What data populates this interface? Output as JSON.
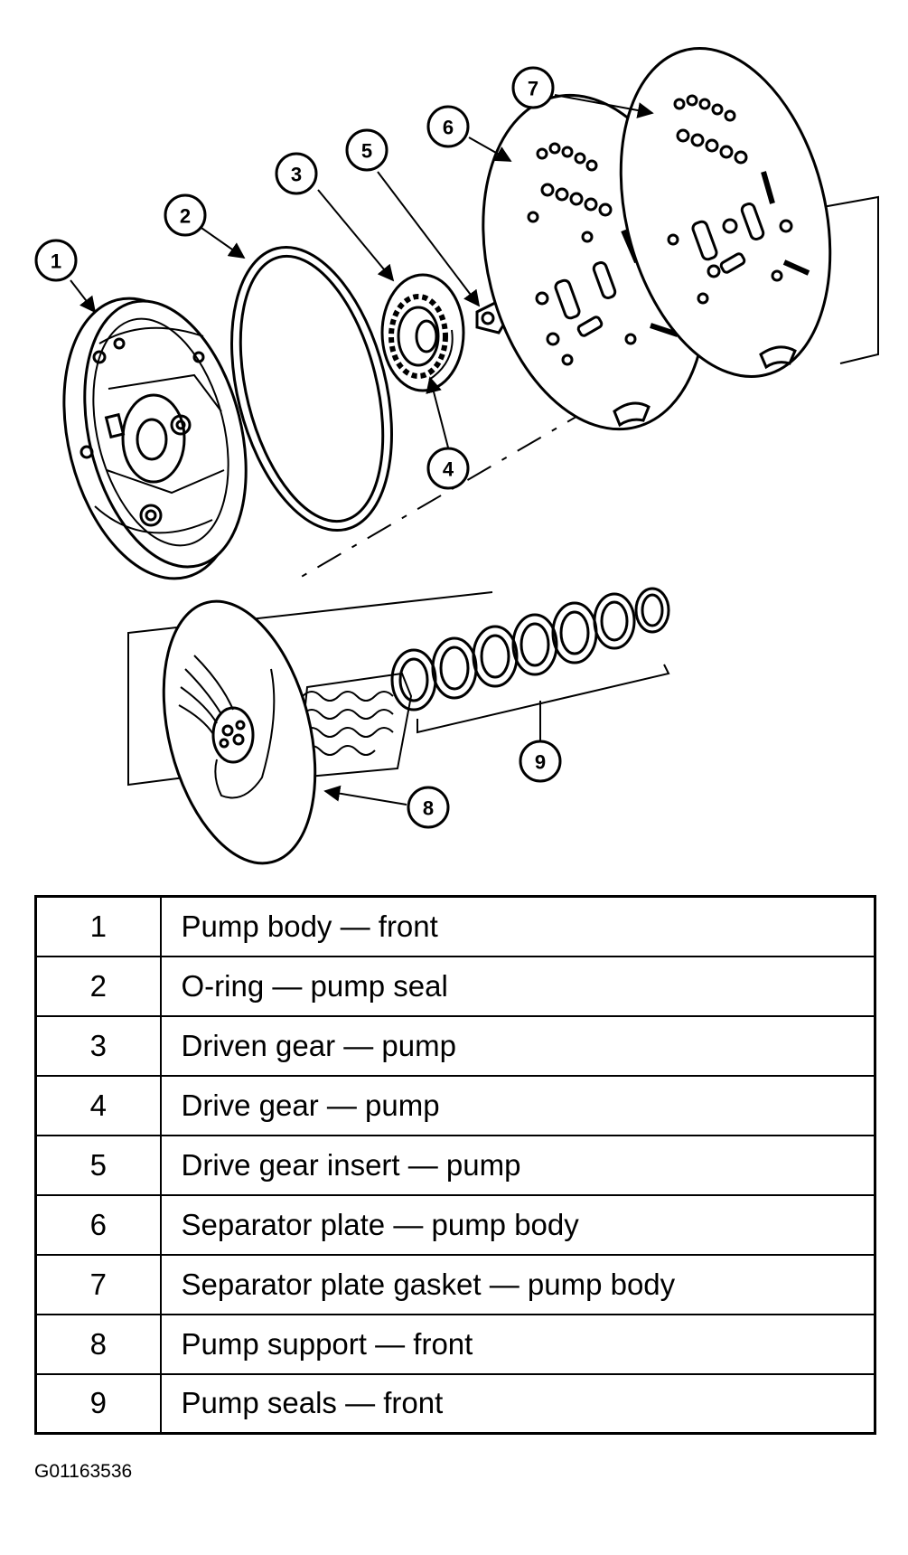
{
  "diagram": {
    "callouts": [
      "1",
      "2",
      "3",
      "4",
      "5",
      "6",
      "7",
      "8",
      "9"
    ]
  },
  "legend": {
    "rows": [
      {
        "num": "1",
        "desc": "Pump body — front"
      },
      {
        "num": "2",
        "desc": "O-ring — pump seal"
      },
      {
        "num": "3",
        "desc": "Driven gear — pump"
      },
      {
        "num": "4",
        "desc": "Drive gear — pump"
      },
      {
        "num": "5",
        "desc": "Drive gear insert — pump"
      },
      {
        "num": "6",
        "desc": "Separator plate — pump body"
      },
      {
        "num": "7",
        "desc": "Separator plate gasket — pump body"
      },
      {
        "num": "8",
        "desc": "Pump support — front"
      },
      {
        "num": "9",
        "desc": "Pump seals — front"
      }
    ]
  },
  "figure_code": "G01163536"
}
